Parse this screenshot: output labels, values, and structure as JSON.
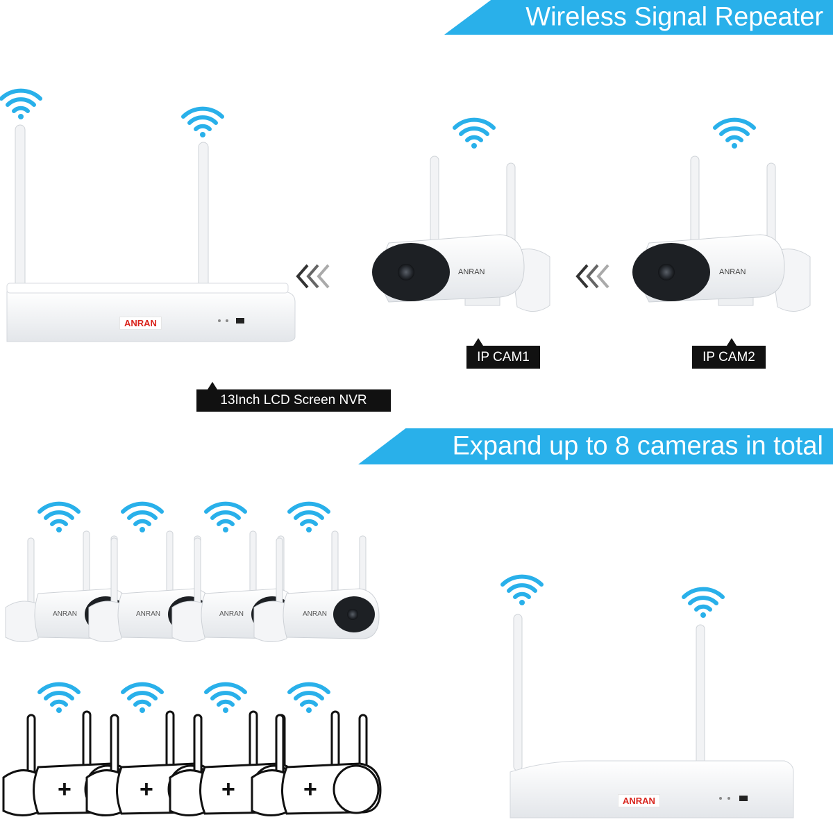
{
  "banners": {
    "repeater": "Wireless Signal Repeater",
    "expand": "Expand up to 8 cameras in total"
  },
  "labels": {
    "nvr": "13Inch LCD Screen NVR",
    "cam1": "IP CAM1",
    "cam2": "IP CAM2"
  },
  "brand": {
    "nvr_logo": "ANRAN",
    "camera_logo": "ANRAN"
  },
  "placeholder_symbol": "+",
  "colors": {
    "accent": "#29b0ea",
    "wifi": "#29b0ea",
    "label_bg": "#111111",
    "brand_red": "#d9241c"
  },
  "icons": [
    "wifi-icon",
    "chevron-left-icon",
    "plus-icon"
  ]
}
